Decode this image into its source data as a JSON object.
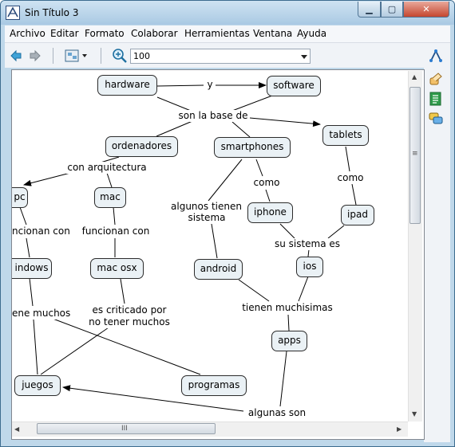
{
  "window": {
    "title": "Sin Título 3"
  },
  "controls": {
    "minimize": "▁",
    "maximize": "▢",
    "close": "✕"
  },
  "menu": [
    {
      "label": "Archivo"
    },
    {
      "label": "Editar"
    },
    {
      "label": "Formato"
    },
    {
      "label": "Colaborar"
    },
    {
      "label": "Herramientas"
    },
    {
      "label": "Ventana"
    },
    {
      "label": "Ayuda"
    }
  ],
  "toolbar": {
    "zoom_value": "100"
  },
  "scroll": {
    "h_grip": "III",
    "v_grip": "≡",
    "up": "▲",
    "down": "▼",
    "left": "◀",
    "right": "▶"
  },
  "map": {
    "nodes": {
      "hardware": "hardware",
      "software": "software",
      "ordenadores": "ordenadores",
      "smartphones": "smartphones",
      "tablets": "tablets",
      "pc": "pc",
      "mac": "mac",
      "iphone": "iphone",
      "ipad": "ipad",
      "windows": "indows",
      "mac_osx": "mac osx",
      "android": "android",
      "ios": "ios",
      "apps": "apps",
      "juegos": "juegos",
      "programas": "programas"
    },
    "links": {
      "y": "y",
      "son_la_base_de": "son la base de",
      "con_arquitectura": "con arquitectura",
      "como_1": "como",
      "como_2": "como",
      "algunos_tienen_sistema_1": "algunos tienen",
      "algunos_tienen_sistema_2": "sistema",
      "funcionan_con_1": "ncionan con",
      "funcionan_con_2": "funcionan con",
      "su_sistema_es": "su sistema es",
      "tiene_muchos": "ene muchos",
      "es_criticado_1": "es criticado por",
      "es_criticado_2": "no tener muchos",
      "tienen_muchisimas": "tienen muchisimas",
      "algunas_son": "algunas son"
    }
  }
}
